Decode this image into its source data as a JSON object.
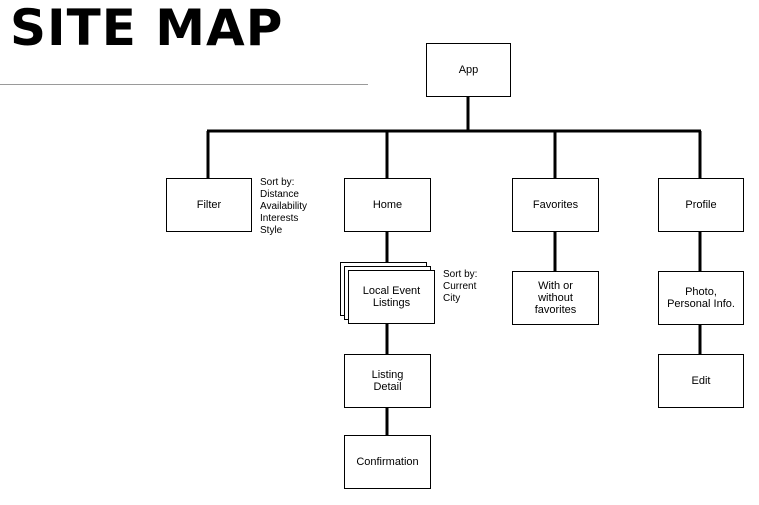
{
  "title": "SITE MAP",
  "nodes": {
    "app": "App",
    "filter": "Filter",
    "home": "Home",
    "favorites": "Favorites",
    "profile": "Profile",
    "local_event_listings": "Local Event Listings",
    "listing_detail": "Listing Detail",
    "confirmation": "Confirmation",
    "with_or_without_favorites": "With or without favorites",
    "photo_personal_info": "Photo, Personal Info.",
    "edit": "Edit"
  },
  "notes": {
    "filter_sort": "Sort by:\nDistance\nAvailability\nInterests\nStyle",
    "listings_sort": "Sort by:\nCurrent\nCity"
  }
}
